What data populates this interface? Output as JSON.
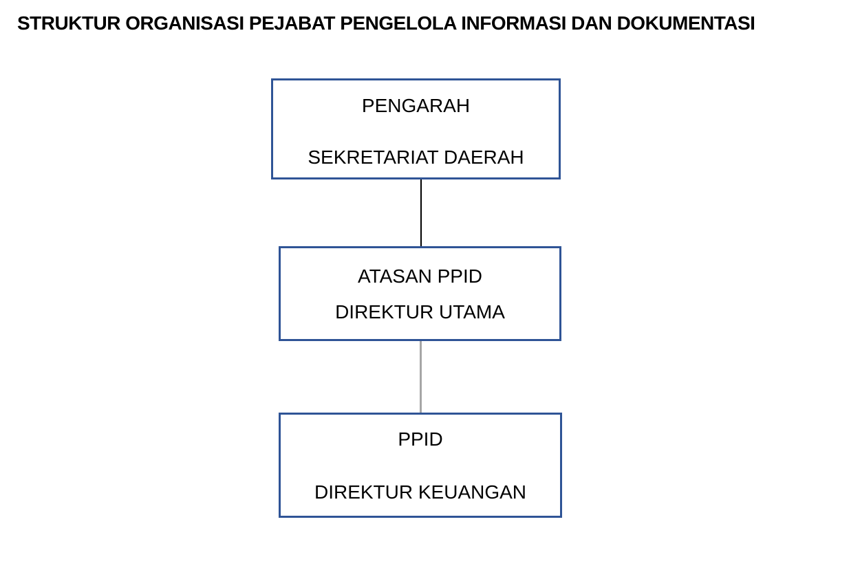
{
  "page": {
    "title": "STRUKTUR ORGANISASI PEJABAT PENGELOLA INFORMASI DAN DOKUMENTASI"
  },
  "colors": {
    "background": "#FFFFFF",
    "box_border": "#2F5496",
    "text": "#000000",
    "connector_top": "#000000",
    "connector_bottom": "#A6A6A6"
  },
  "nodes": [
    {
      "role": "PENGARAH",
      "holder": "SEKRETARIAT DAERAH"
    },
    {
      "role": "ATASAN PPID",
      "holder": "DIREKTUR UTAMA"
    },
    {
      "role": "PPID",
      "holder": "DIREKTUR KEUANGAN"
    }
  ],
  "connectors": [
    {
      "from": "PENGARAH",
      "to": "ATASAN PPID",
      "color": "#000000"
    },
    {
      "from": "ATASAN PPID",
      "to": "PPID",
      "color": "#A6A6A6"
    }
  ]
}
